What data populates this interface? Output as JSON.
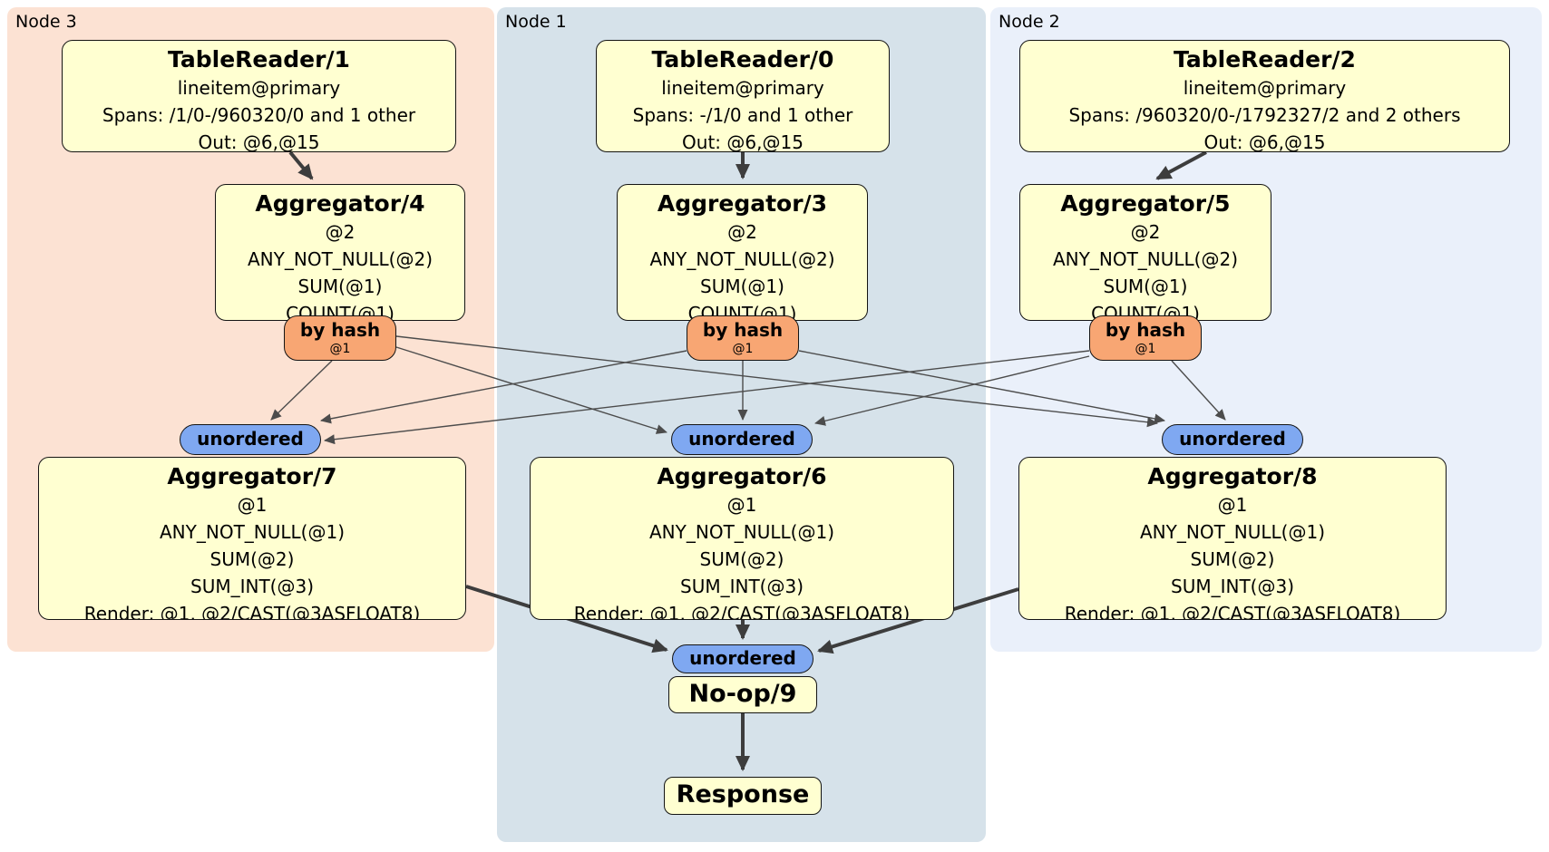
{
  "clusters": {
    "node3": {
      "label": "Node 3"
    },
    "node1": {
      "label": "Node 1"
    },
    "node2": {
      "label": "Node 2"
    }
  },
  "nodes": {
    "tr1": {
      "title": "TableReader/1",
      "lines": [
        "lineitem@primary",
        "Spans: /1/0-/960320/0 and 1 other",
        "Out: @6,@15"
      ]
    },
    "tr0": {
      "title": "TableReader/0",
      "lines": [
        "lineitem@primary",
        "Spans: -/1/0 and 1 other",
        "Out: @6,@15"
      ]
    },
    "tr2": {
      "title": "TableReader/2",
      "lines": [
        "lineitem@primary",
        "Spans: /960320/0-/1792327/2 and 2 others",
        "Out: @6,@15"
      ]
    },
    "agg4": {
      "title": "Aggregator/4",
      "lines": [
        "@2",
        "ANY_NOT_NULL(@2)",
        "SUM(@1)",
        "COUNT(@1)"
      ]
    },
    "agg3": {
      "title": "Aggregator/3",
      "lines": [
        "@2",
        "ANY_NOT_NULL(@2)",
        "SUM(@1)",
        "COUNT(@1)"
      ]
    },
    "agg5": {
      "title": "Aggregator/5",
      "lines": [
        "@2",
        "ANY_NOT_NULL(@2)",
        "SUM(@1)",
        "COUNT(@1)"
      ]
    },
    "agg7": {
      "title": "Aggregator/7",
      "lines": [
        "@1",
        "ANY_NOT_NULL(@1)",
        "SUM(@2)",
        "SUM_INT(@3)",
        "Render: @1, @2/CAST(@3ASFLOAT8)"
      ]
    },
    "agg6": {
      "title": "Aggregator/6",
      "lines": [
        "@1",
        "ANY_NOT_NULL(@1)",
        "SUM(@2)",
        "SUM_INT(@3)",
        "Render: @1, @2/CAST(@3ASFLOAT8)"
      ]
    },
    "agg8": {
      "title": "Aggregator/8",
      "lines": [
        "@1",
        "ANY_NOT_NULL(@1)",
        "SUM(@2)",
        "SUM_INT(@3)",
        "Render: @1, @2/CAST(@3ASFLOAT8)"
      ]
    },
    "noop": {
      "title": "No-op/9"
    },
    "response": {
      "title": "Response"
    }
  },
  "routers": [
    {
      "label": "by hash",
      "sub": "@1"
    },
    {
      "label": "by hash",
      "sub": "@1"
    },
    {
      "label": "by hash",
      "sub": "@1"
    }
  ],
  "syncs": [
    {
      "label": "unordered"
    },
    {
      "label": "unordered"
    },
    {
      "label": "unordered"
    },
    {
      "label": "unordered"
    }
  ],
  "colors": {
    "cluster_node3": "#fce2d3",
    "cluster_node1": "#d6e2ea",
    "cluster_node2": "#eaf0fa",
    "node_fill": "#ffffd1",
    "router_fill": "#f8a673",
    "sync_fill": "#7fa8f1",
    "edge_thin": "#4c4c4c",
    "edge_thick": "#3d3d3d"
  }
}
